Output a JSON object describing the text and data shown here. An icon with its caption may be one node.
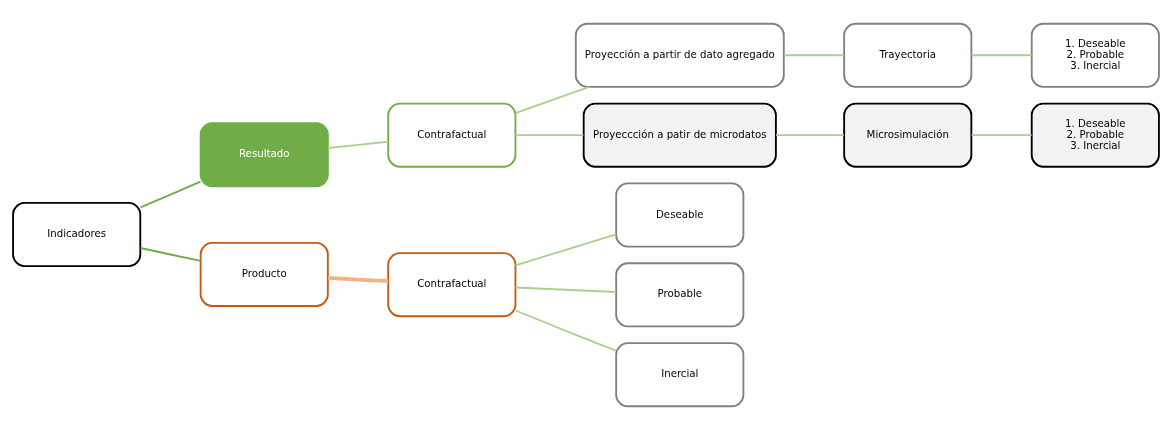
{
  "diagram": {
    "nodes": [
      {
        "text": [
          "Indicadores"
        ]
      },
      {
        "text": [
          "Resultado"
        ]
      },
      {
        "text": [
          "Contrafactual"
        ]
      },
      {
        "text": [
          "Proyección a partir de dato agregado"
        ]
      },
      {
        "text": [
          "Trayectoria"
        ]
      },
      {
        "text": [
          "1. Deseable",
          "2. Probable",
          "3. Inercial"
        ]
      },
      {
        "text": [
          "Proyeccción a patir de microdatos"
        ]
      },
      {
        "text": [
          "Microsimulación"
        ]
      },
      {
        "text": [
          "1. Deseable",
          "2. Probable",
          "3. Inercial"
        ]
      },
      {
        "text": [
          "Producto"
        ]
      },
      {
        "text": [
          "Contrafactual"
        ]
      },
      {
        "text": [
          "Deseable"
        ]
      },
      {
        "text": [
          "Probable"
        ]
      },
      {
        "text": [
          "Inercial"
        ]
      }
    ],
    "edges": [
      {
        "from": 0,
        "to": 1,
        "arrow": "none",
        "color": "#70ad47"
      },
      {
        "from": 0,
        "to": 9,
        "arrow": "none",
        "color": "#70ad47"
      },
      {
        "from": 1,
        "to": 2,
        "arrow": "none"
      },
      {
        "from": 2,
        "to": 3,
        "arrow": "none"
      },
      {
        "from": 2,
        "to": 6,
        "arrow": "none"
      },
      {
        "from": 3,
        "to": 4,
        "arrow": "none"
      },
      {
        "from": 4,
        "to": 5,
        "arrow": "none"
      },
      {
        "from": 6,
        "to": 7,
        "arrow": "none"
      },
      {
        "from": 7,
        "to": 8,
        "arrow": "none"
      },
      {
        "from": 9,
        "to": 10,
        "arrow": "none",
        "style": "thick",
        "color": "#f4b183"
      },
      {
        "from": 10,
        "to": 11,
        "arrow": "none"
      },
      {
        "from": 10,
        "to": 12,
        "arrow": "none"
      },
      {
        "from": 10,
        "to": 13,
        "arrow": "none"
      }
    ]
  }
}
